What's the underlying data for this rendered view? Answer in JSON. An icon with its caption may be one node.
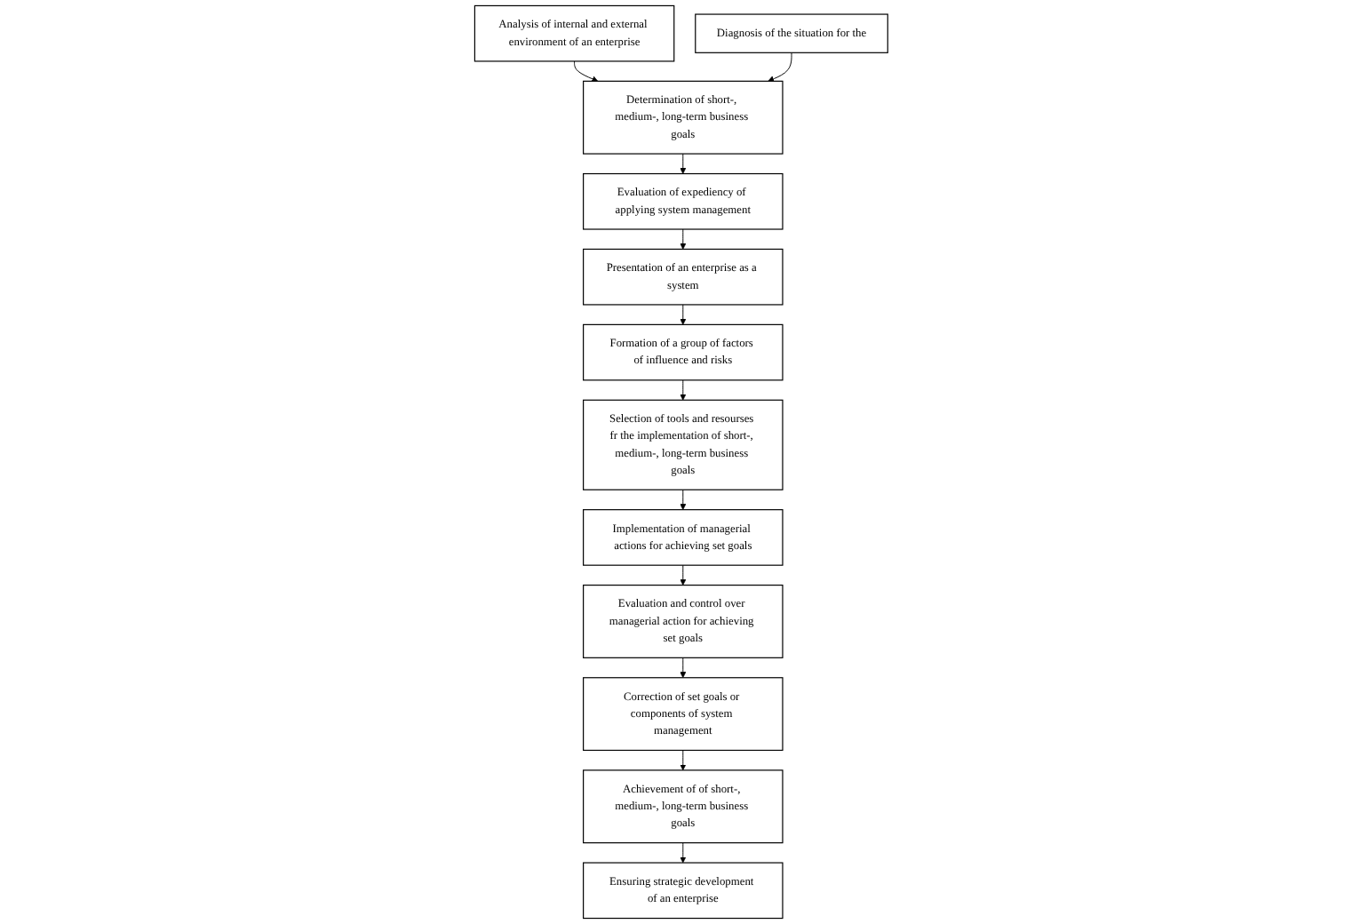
{
  "diagram": {
    "nodes": [
      {
        "text": [
          "Analysis of internal and external environment of an enterprise"
        ]
      },
      {
        "text": [
          "Determination of short-, medium-, long-term business goals"
        ]
      },
      {
        "text": [
          "Diagnosis of the situation for the"
        ]
      },
      {
        "text": [
          "Evaluation of expediency of applying system management"
        ]
      },
      {
        "text": [
          "Presentation of an enterprise as a system"
        ]
      },
      {
        "text": [
          "Formation of a group of factors of influence and risks"
        ]
      },
      {
        "text": [
          "Selection of tools and resourses fr the implementation of short-, medium-, long-term business goals"
        ]
      },
      {
        "text": [
          "Implementation of managerial actions for achieving set goals"
        ]
      },
      {
        "text": [
          "Evaluation and control over managerial action for achieving set goals"
        ]
      },
      {
        "text": [
          "Correction of set goals or components of system management"
        ]
      },
      {
        "text": [
          "Achievement of of short-, medium-, long-term business goals"
        ]
      },
      {
        "text": [
          "Ensuring strategic development of an enterprise"
        ]
      }
    ],
    "edges": [
      {
        "from": 0,
        "to": 1,
        "arrow": "to"
      },
      {
        "from": 2,
        "to": 1,
        "arrow": "to"
      },
      {
        "from": 1,
        "to": 3,
        "arrow": "to"
      },
      {
        "from": 3,
        "to": 4,
        "arrow": "to"
      },
      {
        "from": 4,
        "to": 5,
        "arrow": "to"
      },
      {
        "from": 5,
        "to": 6,
        "arrow": "to"
      },
      {
        "from": 6,
        "to": 7,
        "arrow": "to"
      },
      {
        "from": 7,
        "to": 8,
        "arrow": "to"
      },
      {
        "from": 8,
        "to": 9,
        "arrow": "to"
      },
      {
        "from": 9,
        "to": 10,
        "arrow": "to"
      },
      {
        "from": 10,
        "to": 11,
        "arrow": "to"
      }
    ]
  }
}
